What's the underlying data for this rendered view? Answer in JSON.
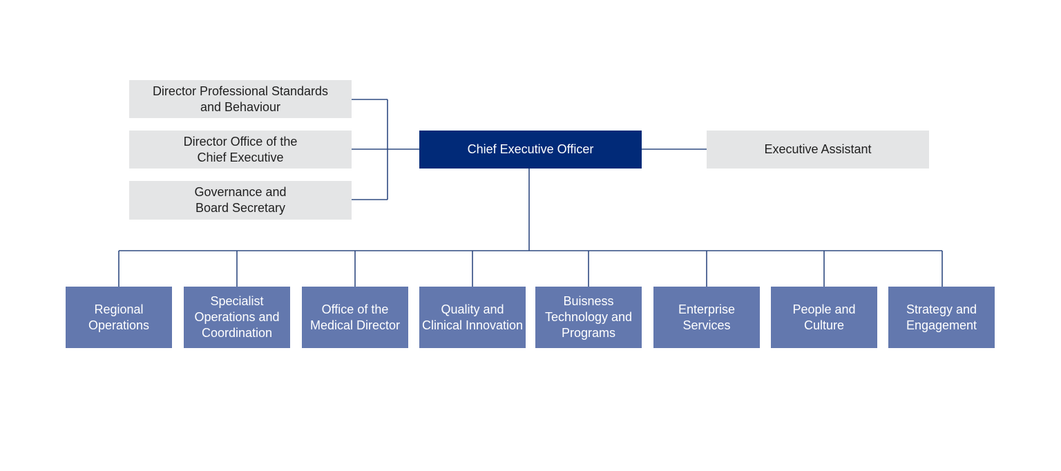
{
  "colors": {
    "ceo_fill": "#012a78",
    "staff_fill": "#e4e5e6",
    "division_fill": "#6378ae",
    "connector": "#2f4a80"
  },
  "ceo": {
    "label": "Chief Executive Officer"
  },
  "assistant": {
    "label": "Executive Assistant"
  },
  "left_staff": [
    {
      "label": "Director Professional Standards\nand Behaviour"
    },
    {
      "label": "Director Office of the\nChief Executive"
    },
    {
      "label": "Governance and\nBoard Secretary"
    }
  ],
  "divisions": [
    {
      "label": "Regional\nOperations"
    },
    {
      "label": "Specialist\nOperations and\nCoordination"
    },
    {
      "label": "Office of the\nMedical Director"
    },
    {
      "label": "Quality and\nClinical Innovation"
    },
    {
      "label": "Buisness\nTechnology and\nPrograms"
    },
    {
      "label": "Enterprise\nServices"
    },
    {
      "label": "People and\nCulture"
    },
    {
      "label": "Strategy and\nEngagement"
    }
  ]
}
